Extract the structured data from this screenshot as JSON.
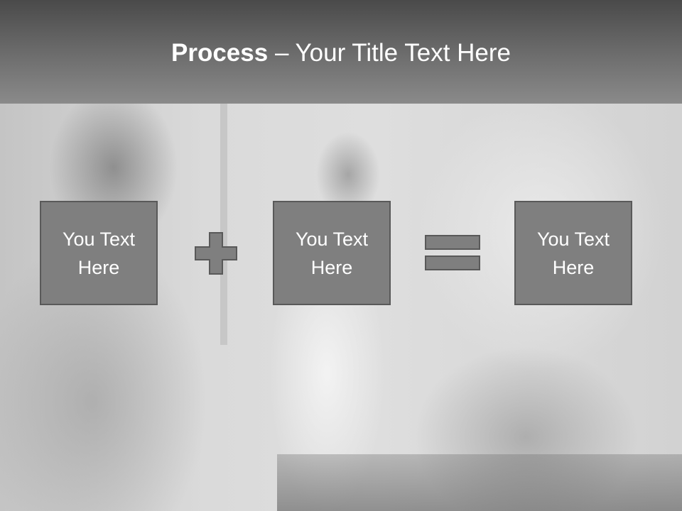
{
  "slide": {
    "title_bold": "Process",
    "title_rest": " – Your Title Text Here",
    "boxes": [
      {
        "label": "You Text Here"
      },
      {
        "label": "You Text Here"
      },
      {
        "label": "You Text Here"
      }
    ],
    "operators": [
      "plus-icon",
      "equals-icon"
    ]
  },
  "colors": {
    "header_dark": "#4a4a4a",
    "header_light": "#8a8a8a",
    "box_fill": "#7f7f7f",
    "box_border": "#595959",
    "text": "#ffffff"
  }
}
